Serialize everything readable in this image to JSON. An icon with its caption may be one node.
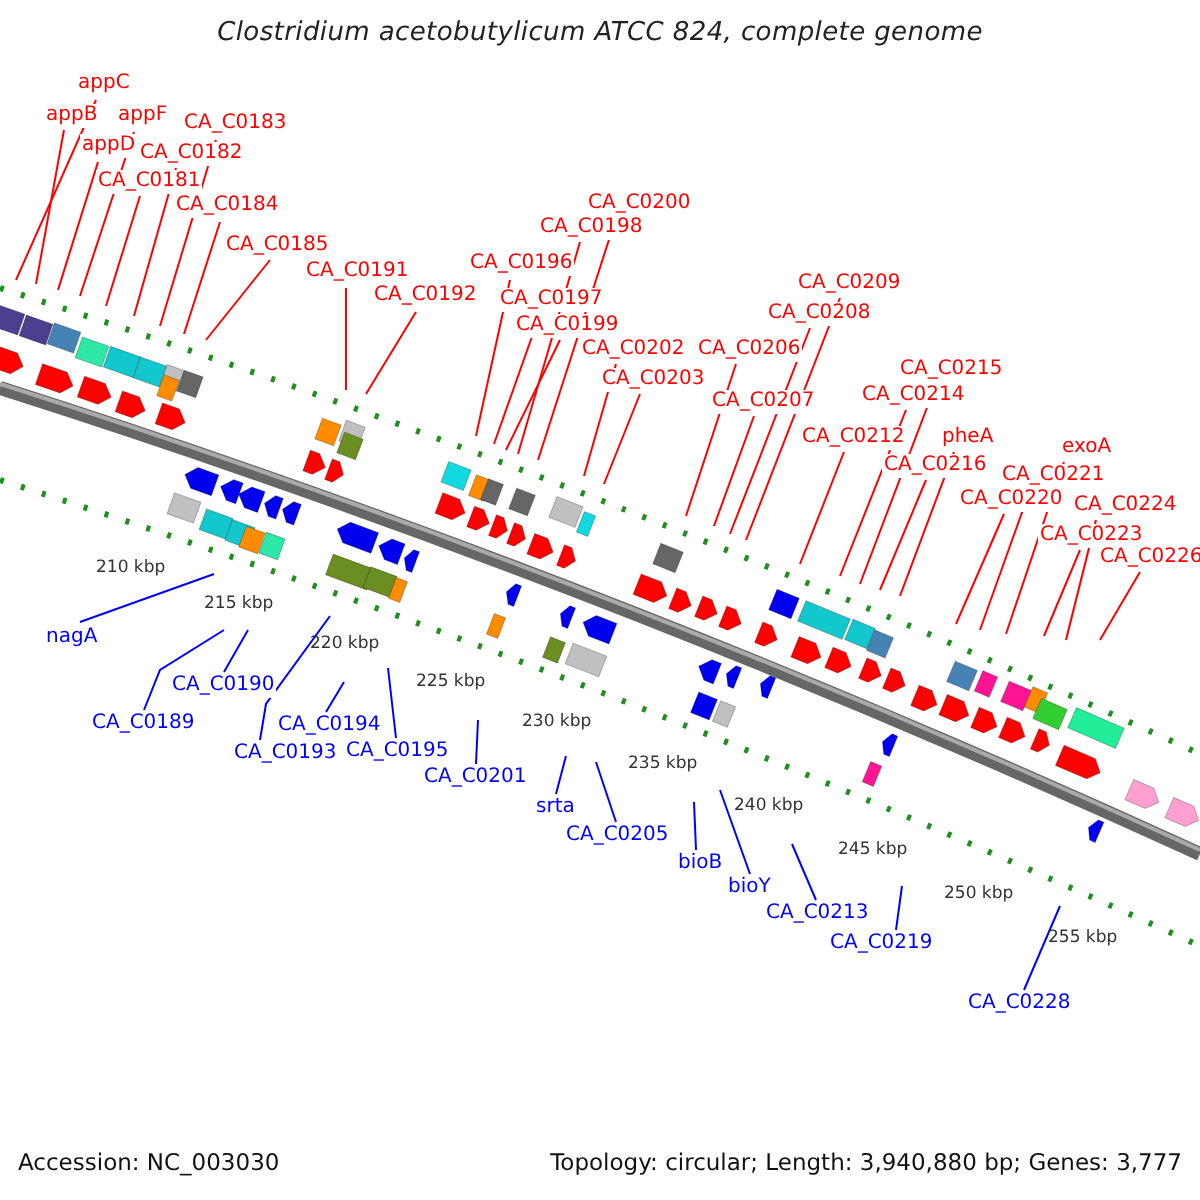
{
  "diagram": {
    "title": "Clostridium acetobutylicum ATCC 824, complete genome",
    "nodes": [
      {
        "text": [
          "appC"
        ]
      },
      {
        "text": [
          "appB"
        ]
      },
      {
        "text": [
          "appF"
        ]
      },
      {
        "text": [
          "appD"
        ]
      },
      {
        "text": [
          "CA_C0183"
        ]
      },
      {
        "text": [
          "CA_C0182"
        ]
      },
      {
        "text": [
          "CA_C0181"
        ]
      },
      {
        "text": [
          "CA_C0184"
        ]
      },
      {
        "text": [
          "CA_C0185"
        ]
      },
      {
        "text": [
          "CA_C0191"
        ]
      },
      {
        "text": [
          "CA_C0192"
        ]
      },
      {
        "text": [
          "CA_C0200"
        ]
      },
      {
        "text": [
          "CA_C0198"
        ]
      },
      {
        "text": [
          "CA_C0196"
        ]
      },
      {
        "text": [
          "CA_C0197"
        ]
      },
      {
        "text": [
          "CA_C0199"
        ]
      },
      {
        "text": [
          "CA_C0202"
        ]
      },
      {
        "text": [
          "CA_C0203"
        ]
      },
      {
        "text": [
          "CA_C0206"
        ]
      },
      {
        "text": [
          "CA_C0207"
        ]
      },
      {
        "text": [
          "CA_C0209"
        ]
      },
      {
        "text": [
          "CA_C0208"
        ]
      },
      {
        "text": [
          "CA_C0212"
        ]
      },
      {
        "text": [
          "CA_C0215"
        ]
      },
      {
        "text": [
          "CA_C0214"
        ]
      },
      {
        "text": [
          "CA_C0216"
        ]
      },
      {
        "text": [
          "pheA"
        ]
      },
      {
        "text": [
          "exoA"
        ]
      },
      {
        "text": [
          "CA_C0221"
        ]
      },
      {
        "text": [
          "CA_C0220"
        ]
      },
      {
        "text": [
          "CA_C0224"
        ]
      },
      {
        "text": [
          "CA_C0223"
        ]
      },
      {
        "text": [
          "CA_C0226"
        ]
      },
      {
        "text": [
          "nagA"
        ]
      },
      {
        "text": [
          "CA_C0189"
        ]
      },
      {
        "text": [
          "CA_C0190"
        ]
      },
      {
        "text": [
          "CA_C0194"
        ]
      },
      {
        "text": [
          "CA_C0193"
        ]
      },
      {
        "text": [
          "CA_C0195"
        ]
      },
      {
        "text": [
          "CA_C0201"
        ]
      },
      {
        "text": [
          "srta"
        ]
      },
      {
        "text": [
          "CA_C0205"
        ]
      },
      {
        "text": [
          "bioB"
        ]
      },
      {
        "text": [
          "bioY"
        ]
      },
      {
        "text": [
          "CA_C0213"
        ]
      },
      {
        "text": [
          "CA_C0219"
        ]
      },
      {
        "text": [
          "CA_C0228"
        ]
      }
    ],
    "edges": [
      {
        "from": 0,
        "to": null,
        "arrow": "none"
      },
      {
        "from": 1,
        "to": null,
        "arrow": "none"
      },
      {
        "from": 2,
        "to": null,
        "arrow": "none"
      },
      {
        "from": 3,
        "to": null,
        "arrow": "none"
      },
      {
        "from": 4,
        "to": null,
        "arrow": "none"
      },
      {
        "from": 5,
        "to": null,
        "arrow": "none"
      },
      {
        "from": 6,
        "to": null,
        "arrow": "none"
      },
      {
        "from": 7,
        "to": null,
        "arrow": "none"
      },
      {
        "from": 8,
        "to": null,
        "arrow": "none"
      },
      {
        "from": 9,
        "to": null,
        "arrow": "none"
      },
      {
        "from": 10,
        "to": null,
        "arrow": "none"
      },
      {
        "from": 11,
        "to": null,
        "arrow": "none"
      },
      {
        "from": 12,
        "to": null,
        "arrow": "none"
      },
      {
        "from": 13,
        "to": null,
        "arrow": "none"
      },
      {
        "from": 14,
        "to": null,
        "arrow": "none"
      },
      {
        "from": 15,
        "to": null,
        "arrow": "none"
      },
      {
        "from": 16,
        "to": null,
        "arrow": "none"
      },
      {
        "from": 17,
        "to": null,
        "arrow": "none"
      },
      {
        "from": 18,
        "to": null,
        "arrow": "none"
      },
      {
        "from": 19,
        "to": null,
        "arrow": "none"
      },
      {
        "from": 20,
        "to": null,
        "arrow": "none"
      },
      {
        "from": 21,
        "to": null,
        "arrow": "none"
      },
      {
        "from": 22,
        "to": null,
        "arrow": "none"
      },
      {
        "from": 23,
        "to": null,
        "arrow": "none"
      },
      {
        "from": 24,
        "to": null,
        "arrow": "none"
      },
      {
        "from": 25,
        "to": null,
        "arrow": "none"
      },
      {
        "from": 26,
        "to": null,
        "arrow": "none"
      },
      {
        "from": 27,
        "to": null,
        "arrow": "none"
      },
      {
        "from": 28,
        "to": null,
        "arrow": "none"
      },
      {
        "from": 29,
        "to": null,
        "arrow": "none"
      },
      {
        "from": 30,
        "to": null,
        "arrow": "none"
      },
      {
        "from": 31,
        "to": null,
        "arrow": "none"
      },
      {
        "from": 32,
        "to": null,
        "arrow": "none"
      },
      {
        "from": 33,
        "to": null,
        "arrow": "none",
        "color": "#0000ff"
      },
      {
        "from": 34,
        "to": null,
        "arrow": "none",
        "color": "#0000ff"
      },
      {
        "from": 35,
        "to": null,
        "arrow": "none",
        "color": "#0000ff"
      },
      {
        "from": 36,
        "to": null,
        "arrow": "none",
        "color": "#0000ff"
      },
      {
        "from": 37,
        "to": null,
        "arrow": "none",
        "color": "#0000ff"
      },
      {
        "from": 38,
        "to": null,
        "arrow": "none",
        "color": "#0000ff"
      },
      {
        "from": 39,
        "to": null,
        "arrow": "none",
        "color": "#0000ff"
      },
      {
        "from": 40,
        "to": null,
        "arrow": "none",
        "color": "#0000ff"
      },
      {
        "from": 41,
        "to": null,
        "arrow": "none",
        "color": "#0000ff"
      },
      {
        "from": 42,
        "to": null,
        "arrow": "none",
        "color": "#0000ff"
      },
      {
        "from": 43,
        "to": null,
        "arrow": "none",
        "color": "#0000ff"
      },
      {
        "from": 44,
        "to": null,
        "arrow": "none",
        "color": "#0000ff"
      },
      {
        "from": 45,
        "to": null,
        "arrow": "none",
        "color": "#0000ff"
      },
      {
        "from": 46,
        "to": null,
        "arrow": "none",
        "color": "#0000ff"
      }
    ],
    "labels": [
      "210 kbp",
      "215 kbp",
      "220 kbp",
      "225 kbp",
      "230 kbp",
      "235 kbp",
      "240 kbp",
      "245 kbp",
      "250 kbp",
      "255 kbp",
      "Accession: NC_003030",
      "Topology: circular; Length: 3,940,880 bp; Genes: 3,777"
    ]
  }
}
